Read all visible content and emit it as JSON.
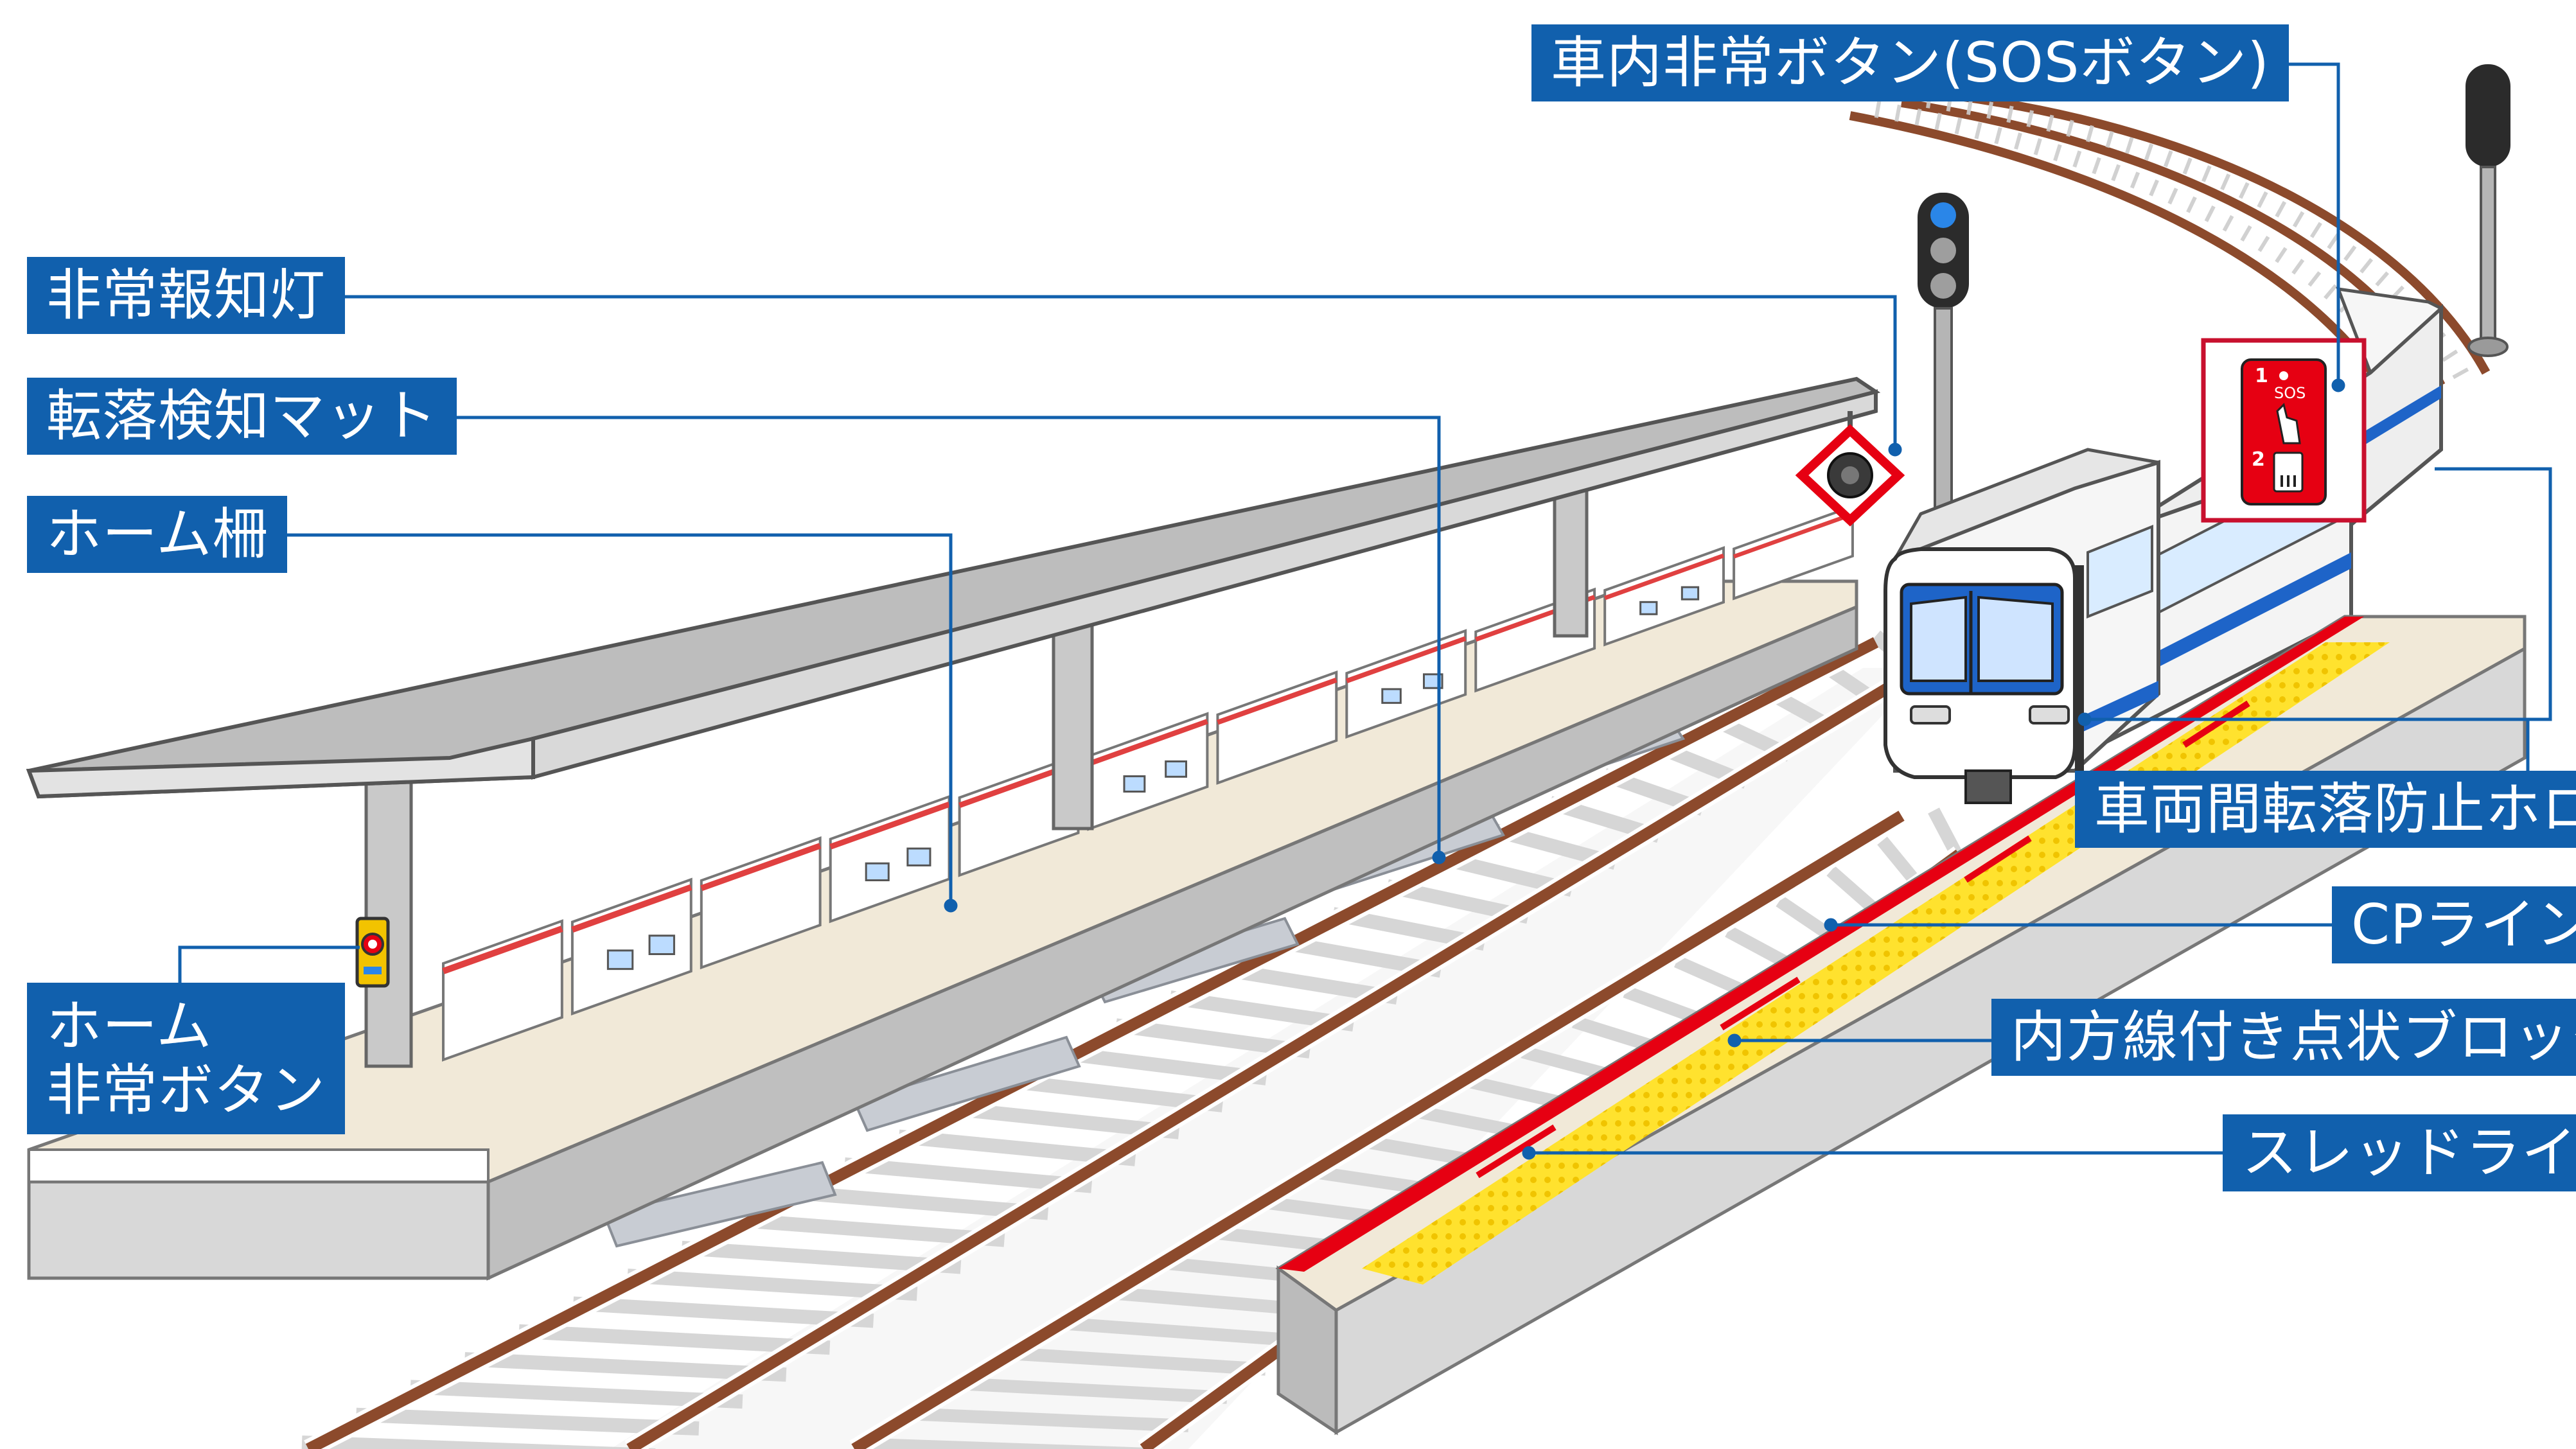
{
  "colors": {
    "label_bg": "#1160ad",
    "label_text": "#ffffff",
    "leader_line": "#1160ad",
    "platform_top": "#f1e9d8",
    "platform_side": "#dcdcdc",
    "rail": "#8c4a2c",
    "tie": "#e3e3e3",
    "fence_red": "#e04040",
    "cp_line_red": "#e60012",
    "tactile_yellow": "#ffe22e",
    "train_blue": "#1e64c8",
    "sos_panel_red": "#e60012",
    "signal_blue": "#2a86e8"
  },
  "icons": {
    "emergency_light": "emergency-light-icon",
    "platform_button": "platform-emergency-button-icon",
    "sos_panel": "sos-button-panel-icon",
    "signal": "railway-signal-icon"
  },
  "labels": {
    "in_car_sos": "車内非常ボタン(SOSボタン)",
    "emergency_light": "非常報知灯",
    "fall_detection_mat": "転落検知マット",
    "platform_fence": "ホーム柵",
    "platform_button_line1": "ホーム",
    "platform_button_line2": "非常ボタン",
    "inter_car_guard": "車両間転落防止ホロ",
    "cp_line": "CPライン",
    "tactile_block": "内方線付き点状ブロック",
    "sled_line": "スレッドライン"
  },
  "sos_panel": {
    "step1": "1",
    "step1_text": "SOS",
    "step2": "2"
  }
}
